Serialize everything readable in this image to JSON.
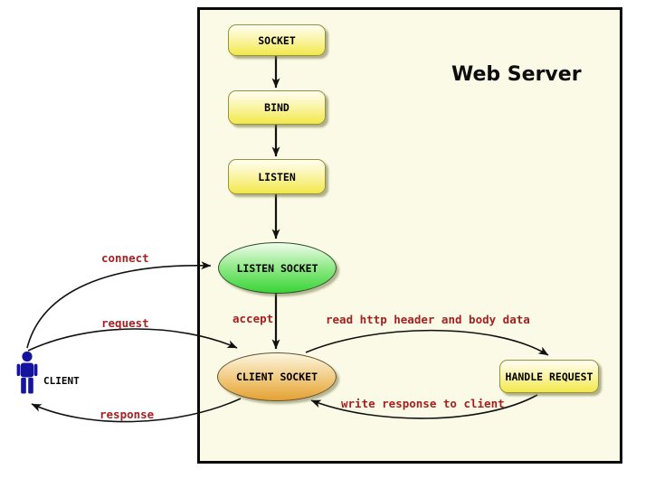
{
  "diagram": {
    "title": "Web Server",
    "type": "flowchart",
    "colors": {
      "canvas_background": "#FFFFFF",
      "server_box_background": "#FAFAE6",
      "server_box_border": "#0A0A0A",
      "process_node_fill": "#F2E84A",
      "process_node_border": "#93933C",
      "listen_socket_fill": "#38D438",
      "client_socket_fill": "#E5A132",
      "edge_label_text": "#A52121",
      "node_text": "#000000",
      "actor_blue": "#1414A0",
      "arrow": "#111111"
    },
    "nodes": [
      {
        "id": "socket",
        "label": "SOCKET",
        "shape": "rounded-rect",
        "fill": "yellow"
      },
      {
        "id": "bind",
        "label": "BIND",
        "shape": "rounded-rect",
        "fill": "yellow"
      },
      {
        "id": "listen",
        "label": "LISTEN",
        "shape": "rounded-rect",
        "fill": "yellow"
      },
      {
        "id": "listen-socket",
        "label": "LISTEN SOCKET",
        "shape": "ellipse",
        "fill": "green"
      },
      {
        "id": "client-socket",
        "label": "CLIENT SOCKET",
        "shape": "ellipse",
        "fill": "orange"
      },
      {
        "id": "handle-request",
        "label": "HANDLE REQUEST",
        "shape": "rounded-rect",
        "fill": "yellow"
      }
    ],
    "actor": {
      "id": "client",
      "label": "CLIENT"
    },
    "edges": [
      {
        "from": "client",
        "to": "listen-socket",
        "label": "connect"
      },
      {
        "from": "client",
        "to": "client-socket",
        "label": "request"
      },
      {
        "from": "client-socket",
        "to": "client",
        "label": "response"
      },
      {
        "from": "listen-socket",
        "to": "client-socket",
        "label": "accept"
      },
      {
        "from": "client-socket",
        "to": "handle-request",
        "label": "read http header and body data"
      },
      {
        "from": "handle-request",
        "to": "client-socket",
        "label": "write response to client"
      },
      {
        "from": "socket",
        "to": "bind",
        "label": ""
      },
      {
        "from": "bind",
        "to": "listen",
        "label": ""
      },
      {
        "from": "listen",
        "to": "listen-socket",
        "label": ""
      }
    ]
  }
}
